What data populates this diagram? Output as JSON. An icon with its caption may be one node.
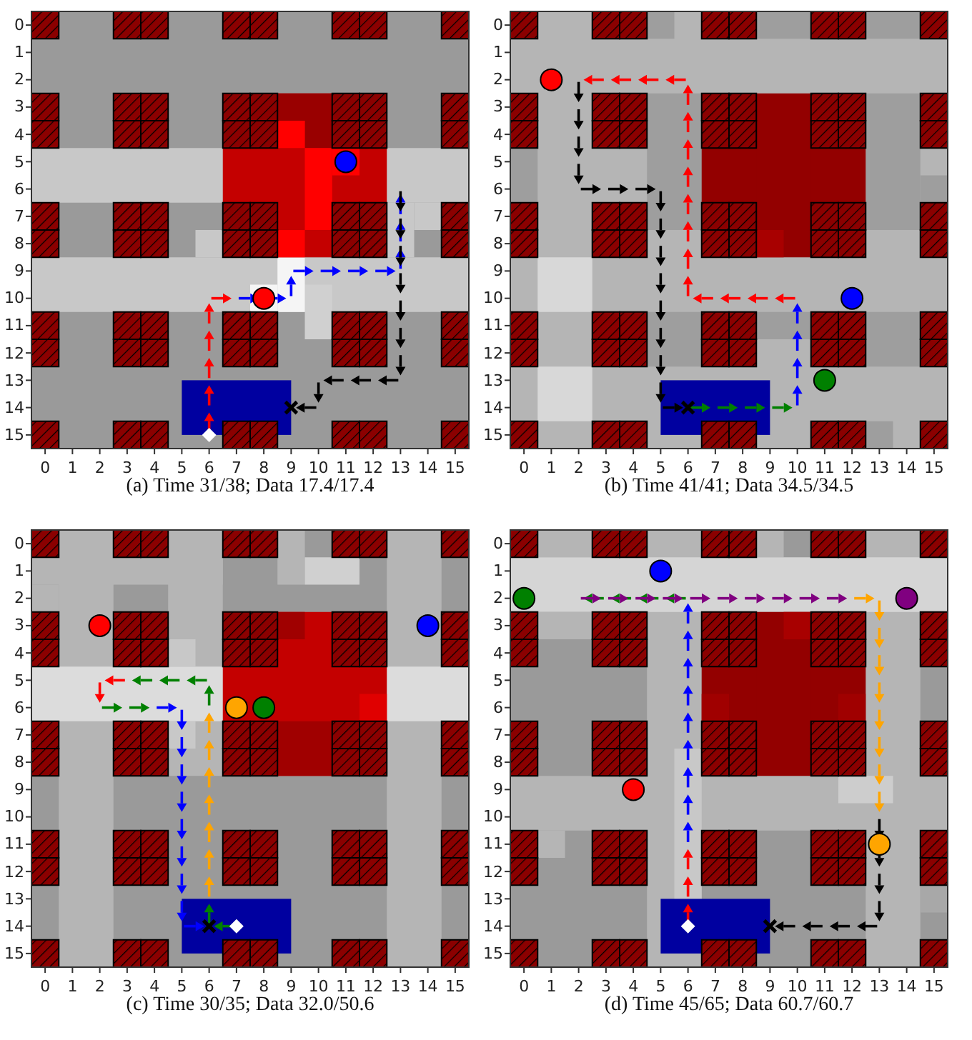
{
  "diagram": {
    "labels": [
      "0",
      "1",
      "2",
      "3",
      "4",
      "5",
      "6",
      "7",
      "8",
      "9",
      "10",
      "11",
      "12",
      "13",
      "14",
      "15",
      "0",
      "1",
      "2",
      "3",
      "4",
      "5",
      "6",
      "7",
      "8",
      "9",
      "10",
      "11",
      "12",
      "13",
      "14",
      "15",
      "(a) Time 31/38; Data 17.4/17.4",
      "0",
      "1",
      "2",
      "3",
      "4",
      "5",
      "6",
      "7",
      "8",
      "9",
      "10",
      "11",
      "12",
      "13",
      "14",
      "15",
      "0",
      "1",
      "2",
      "3",
      "4",
      "5",
      "6",
      "7",
      "8",
      "9",
      "10",
      "11",
      "12",
      "13",
      "14",
      "15",
      "(b) Time 41/41; Data 34.5/34.5",
      "0",
      "1",
      "2",
      "3",
      "4",
      "5",
      "6",
      "7",
      "8",
      "9",
      "10",
      "11",
      "12",
      "13",
      "14",
      "15",
      "0",
      "1",
      "2",
      "3",
      "4",
      "5",
      "6",
      "7",
      "8",
      "9",
      "10",
      "11",
      "12",
      "13",
      "14",
      "15",
      "(c) Time 30/35; Data 32.0/50.6",
      "0",
      "1",
      "2",
      "3",
      "4",
      "5",
      "6",
      "7",
      "8",
      "9",
      "10",
      "11",
      "12",
      "13",
      "14",
      "15",
      "0",
      "1",
      "2",
      "3",
      "4",
      "5",
      "6",
      "7",
      "8",
      "9",
      "10",
      "11",
      "12",
      "13",
      "14",
      "15",
      "(d) Time 45/65; Data 60.7/60.7"
    ]
  }
}
